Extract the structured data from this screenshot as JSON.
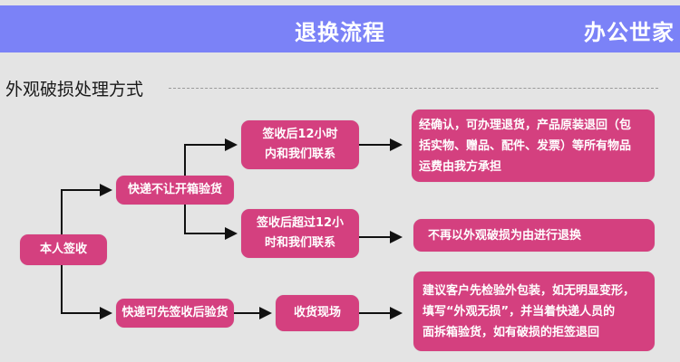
{
  "banner": {
    "title": "退换流程",
    "brand": "办公世家",
    "color": "#7b82f7"
  },
  "section": {
    "title": "外观破损处理方式"
  },
  "theme": {
    "node_color": "#d4407f",
    "background": "#e4e4e4",
    "arrow_color": "#111111"
  },
  "flow": {
    "root": "本人签收",
    "branch_no_open": "快递不让开箱验货",
    "branch_sign_first": "快递可先签收后验货",
    "within_12h": {
      "line1": "签收后12小时",
      "line2": "内和我们联系"
    },
    "after_12h": {
      "line1": "签收后超过12小",
      "line2": "时和我们联系"
    },
    "scene": "收货现场",
    "result_within_12h": {
      "line1": "经确认，可办理退货，产品原装退回（包",
      "line2": "括实物、赠品、配件、发票）等所有物品",
      "line3": "运费由我方承担"
    },
    "result_after_12h": "不再以外观破损为由进行退换",
    "result_scene": {
      "line1": "建议客户先检验外包装，如无明显变形，",
      "line2": "填写“外观无损”，并当着快递人员的",
      "line3": "面拆箱验货，如有破损的拒签退回"
    }
  }
}
